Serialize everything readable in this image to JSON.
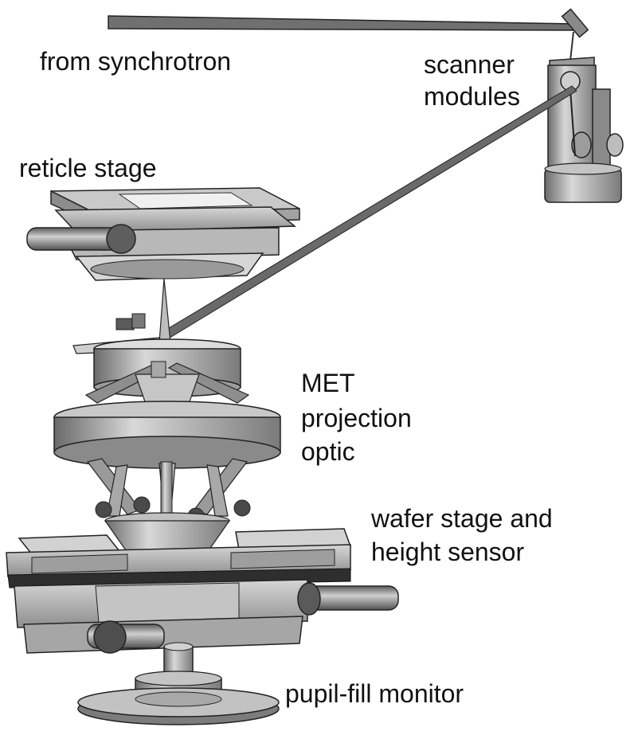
{
  "labels": {
    "from_synchrotron": "from synchrotron",
    "scanner_modules_line1": "scanner",
    "scanner_modules_line2": "modules",
    "reticle_stage": "reticle stage",
    "met_line1": "MET",
    "met_line2": "projection",
    "met_line3": "optic",
    "wafer_line1": "wafer stage and",
    "wafer_line2": "height sensor",
    "pupil_fill_monitor": "pupil-fill monitor"
  },
  "colors": {
    "beam": "#6e6e6e",
    "metal_light": "#c9c9c9",
    "metal_mid": "#a4a4a4",
    "metal_dark": "#5a5a5a",
    "outline": "#1c1c1c",
    "text": "#111111"
  }
}
